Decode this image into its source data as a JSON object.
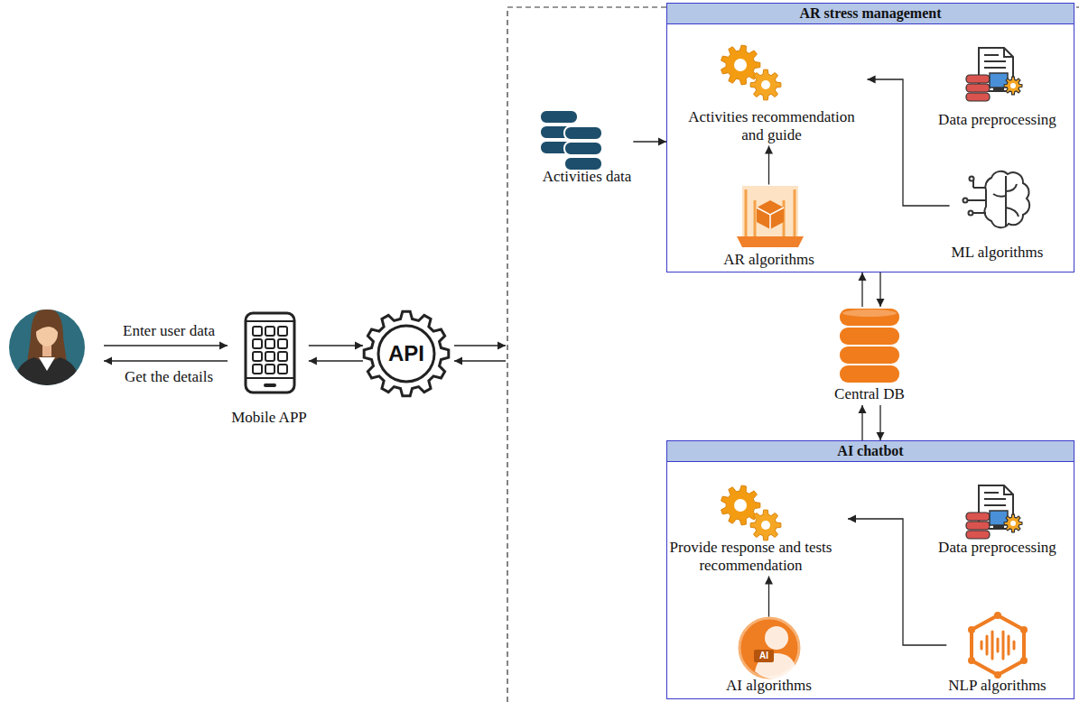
{
  "diagram": {
    "nodes": [
      {
        "text": [
          "Mobile APP"
        ]
      },
      {
        "text": [
          "API"
        ]
      },
      {
        "text": [
          "Activities data"
        ]
      },
      {
        "text": [
          "AR stress management"
        ]
      },
      {
        "text": [
          "Activities recommendation and guide"
        ],
        "in": 3
      },
      {
        "text": [
          "Data preprocessing"
        ],
        "in": 3
      },
      {
        "text": [
          "AR algorithms"
        ],
        "in": 3
      },
      {
        "text": [
          "ML algorithms"
        ],
        "in": 3
      },
      {
        "text": [
          "Central DB"
        ]
      },
      {
        "text": [
          "AI chatbot"
        ]
      },
      {
        "text": [
          "Provide response and tests recommendation"
        ],
        "in": 9
      },
      {
        "text": [
          "Data preprocessing"
        ],
        "in": 9
      },
      {
        "text": [
          "AI algorithms"
        ],
        "in": 9
      },
      {
        "text": [
          "NLP algorithms"
        ],
        "in": 9
      }
    ],
    "edges": [
      {
        "from": 0,
        "to": 1,
        "arrow": "to"
      },
      {
        "from": 1,
        "to": 0,
        "arrow": "to"
      },
      {
        "from": 2,
        "to": 3,
        "arrow": "to"
      },
      {
        "from": 6,
        "to": 4,
        "arrow": "to"
      },
      {
        "from": 7,
        "to": 4,
        "arrow": "to"
      },
      {
        "from": 3,
        "to": 8,
        "arrow": "to"
      },
      {
        "from": 8,
        "to": 3,
        "arrow": "to"
      },
      {
        "from": 8,
        "to": 9,
        "arrow": "to"
      },
      {
        "from": 9,
        "to": 8,
        "arrow": "to"
      },
      {
        "from": 12,
        "to": 10,
        "arrow": "to"
      },
      {
        "from": 13,
        "to": 10,
        "arrow": "to"
      }
    ],
    "labels": [
      "Enter user data",
      "Get the details",
      "AI"
    ]
  }
}
